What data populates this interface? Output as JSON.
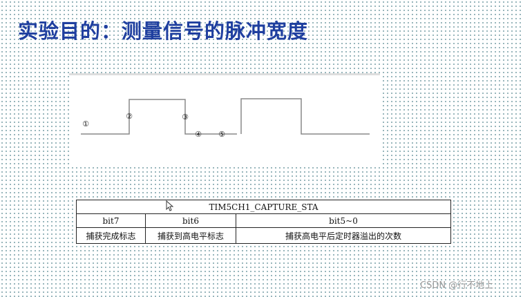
{
  "title": "实验目的：测量信号的脉冲宽度",
  "waveform": {
    "markers": [
      "①",
      "②",
      "③",
      "④",
      "⑤"
    ]
  },
  "register_table": {
    "name": "TIM5CH1_CAPTURE_STA",
    "columns": [
      "bit7",
      "bit6",
      "bit5~0"
    ],
    "descriptions": [
      "捕获完成标志",
      "捕获到高电平标志",
      "捕获高电平后定时器溢出的次数"
    ]
  },
  "watermark": "CSDN @行不地上"
}
